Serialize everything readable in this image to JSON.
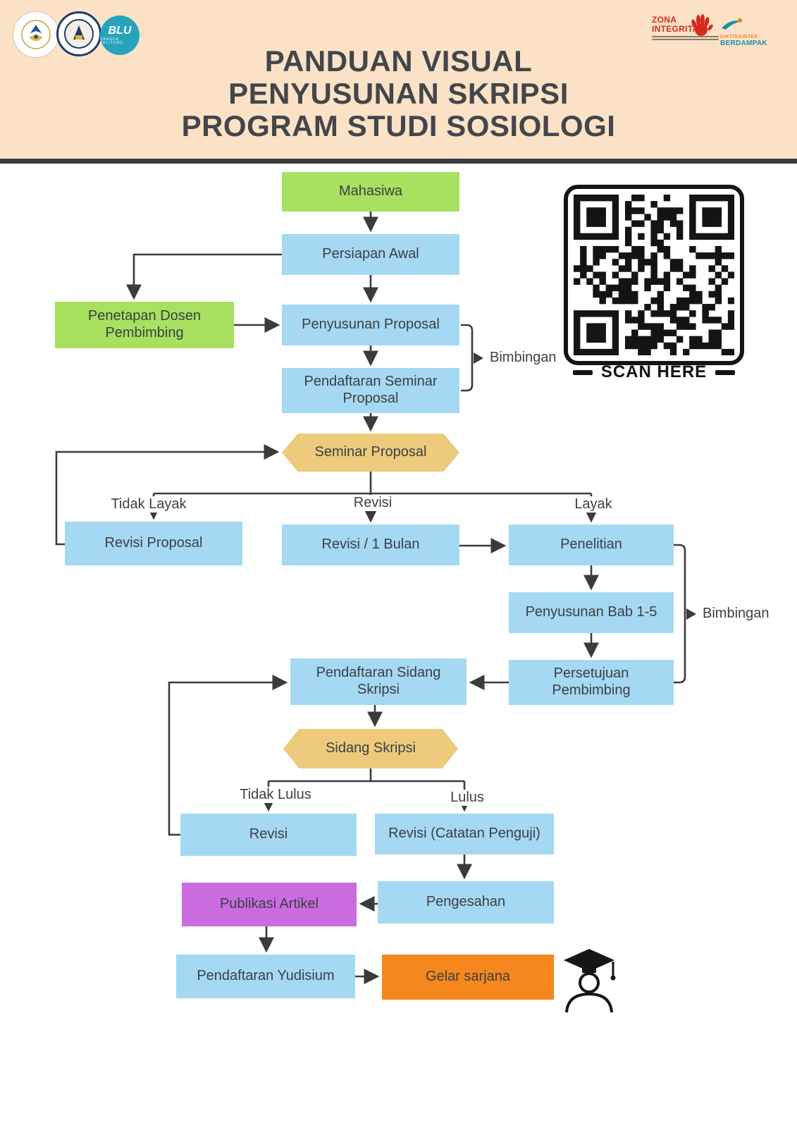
{
  "header": {
    "title_line1": "PANDUAN VISUAL",
    "title_line2": "PENYUSUNAN SKRIPSI",
    "title_line3": "PROGRAM STUDI SOSIOLOGI",
    "logos": {
      "blu": "BLU",
      "blu_sub": "BANGKA BELITUNG",
      "zona_line1": "ZONA",
      "zona_line2": "INTEGRITAS",
      "berdampak_top": "DIKTISAINTEK",
      "berdampak": "BERDAMPAK"
    }
  },
  "qr": {
    "scan_label": "SCAN HERE"
  },
  "flow": {
    "nodes": {
      "mahasiswa": "Mahasiwa",
      "persiapan": "Persiapan Awal",
      "penetapan": "Penetapan Dosen Pembimbing",
      "penyusunan_proposal": "Penyusunan Proposal",
      "pendaftaran_seminar": "Pendaftaran Seminar Proposal",
      "seminar_proposal": "Seminar Proposal",
      "revisi_proposal": "Revisi Proposal",
      "revisi_1_bulan": "Revisi / 1 Bulan",
      "penelitian": "Penelitian",
      "bab": "Penyusunan Bab 1-5",
      "persetujuan": "Persetujuan Pembimbing",
      "pendaftaran_sidang": "Pendaftaran Sidang Skripsi",
      "sidang": "Sidang Skripsi",
      "revisi": "Revisi",
      "revisi_catatan": "Revisi (Catatan Penguji)",
      "pengesahan": "Pengesahan",
      "publikasi": "Publikasi Artikel",
      "yudisium": "Pendaftaran Yudisium",
      "gelar": "Gelar sarjana"
    },
    "edge_labels": {
      "bimbingan1": "Bimbingan",
      "bimbingan2": "Bimbingan",
      "tidak_layak": "Tidak Layak",
      "revisi": "Revisi",
      "layak": "Layak",
      "tidak_lulus": "Tidak Lulus",
      "lulus": "Lulus"
    }
  },
  "colors": {
    "peach": "#fbe2c7",
    "line": "#3b3b3b",
    "text": "#3c4045",
    "green": "#a8e05f",
    "blue": "#a5d8f3",
    "tan": "#edca7c",
    "purple": "#ca6ce0",
    "orange": "#f6871d"
  }
}
